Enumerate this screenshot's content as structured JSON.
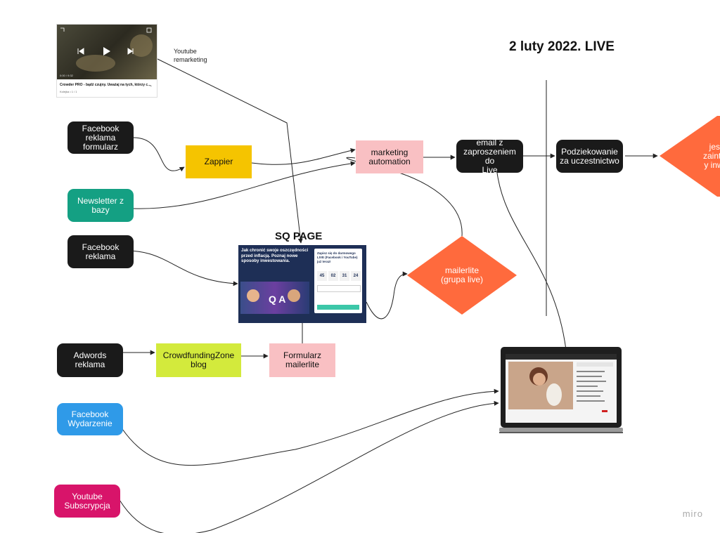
{
  "title": "2 luty 2022. LIVE",
  "sq_page_title": "SQ PAGE",
  "youtube_note": "Youtube\nremarketing",
  "youtube_card": {
    "caption": "Crowder PRO - bądź czujny. Uważaj na tych, którzy c...",
    "subcaption": "Kolejka • 1 / 1",
    "time": "0:00 / 9:32"
  },
  "sq_page": {
    "headline": "Jak chronić swoje oszczędności przed inflacją. Poznaj nowe sposoby inwestowania.",
    "form_title": "Zapisz się do darmowego LIVE (Facebook i YouTube) już teraz!",
    "countdown": [
      "45",
      "02",
      "31",
      "24"
    ]
  },
  "nodes": {
    "fb_form": "Facebook\nreklama formularz",
    "zappier": "Zappier",
    "marketing": "marketing\nautomation",
    "email": "email z\nzaproszeniem do\nLive",
    "thanks": "Podziekowanie\nza uczestnictwo",
    "interested": "jeste\nzaintere\ny inwes",
    "newsletter": "Newsletter z bazy",
    "fb_ad": "Facebook\nreklama",
    "mailerlite": "mailerlite\n(grupa live)",
    "adwords": "Adwords\nreklama",
    "crowdfunding": "CrowdfundingZone\nblog",
    "form_mailerlite": "Formularz\nmailerlite",
    "fb_event": "Facebook\nWydarzenie",
    "yt_sub": "Youtube\nSubscrypcja"
  },
  "colors": {
    "dark": "#1a1a1a",
    "yellow": "#f5c400",
    "pink": "#f9c0c3",
    "teal": "#14a083",
    "orange": "#ff6a3d",
    "lime": "#d3ea3c",
    "blue": "#2f9ae8",
    "magenta": "#d8146a"
  },
  "watermark": "miro"
}
